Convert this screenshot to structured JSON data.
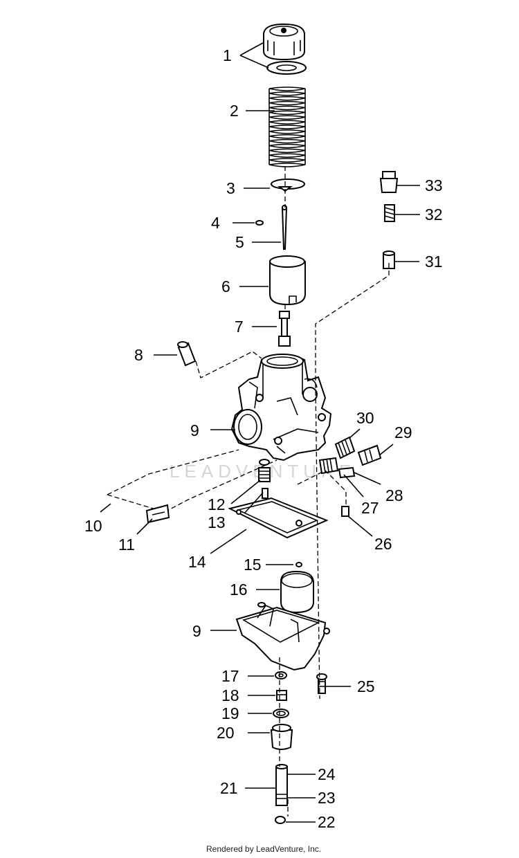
{
  "labels": {
    "p1": "1",
    "p2": "2",
    "p3": "3",
    "p4": "4",
    "p5": "5",
    "p6": "6",
    "p7": "7",
    "p8": "8",
    "p9a": "9",
    "p9b": "9",
    "p10": "10",
    "p11": "11",
    "p12": "12",
    "p13": "13",
    "p14": "14",
    "p15": "15",
    "p16": "16",
    "p17": "17",
    "p18": "18",
    "p19": "19",
    "p20": "20",
    "p21": "21",
    "p22": "22",
    "p23": "23",
    "p24": "24",
    "p25": "25",
    "p26": "26",
    "p27": "27",
    "p28": "28",
    "p29": "29",
    "p30": "30",
    "p31": "31",
    "p32": "32",
    "p33": "33"
  },
  "watermark": "LEADVENTURE",
  "footer": "Rendered by LeadVenture, Inc."
}
